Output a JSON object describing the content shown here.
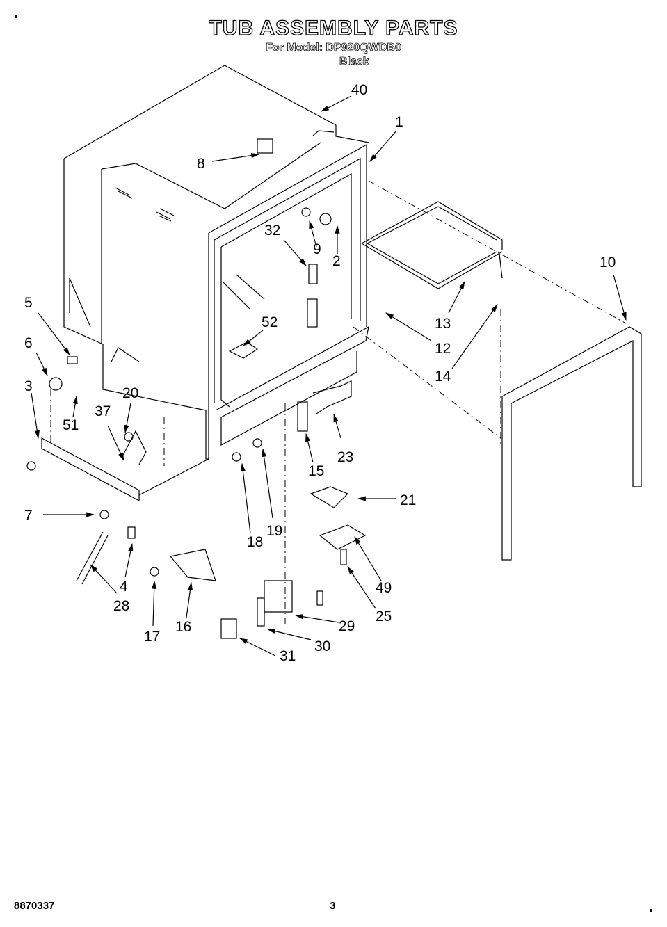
{
  "header": {
    "title": "TUB ASSEMBLY PARTS",
    "model_line": "For Model: DP920QWDB0",
    "color": "Black"
  },
  "diagram": {
    "callouts": [
      "40",
      "1",
      "8",
      "9",
      "2",
      "32",
      "10",
      "13",
      "12",
      "14",
      "5",
      "6",
      "52",
      "3",
      "20",
      "37",
      "51",
      "23",
      "15",
      "21",
      "7",
      "18",
      "19",
      "4",
      "49",
      "28",
      "25",
      "29",
      "17",
      "16",
      "30",
      "31"
    ]
  },
  "footer": {
    "document_code": "8870337",
    "page_number": "3"
  }
}
